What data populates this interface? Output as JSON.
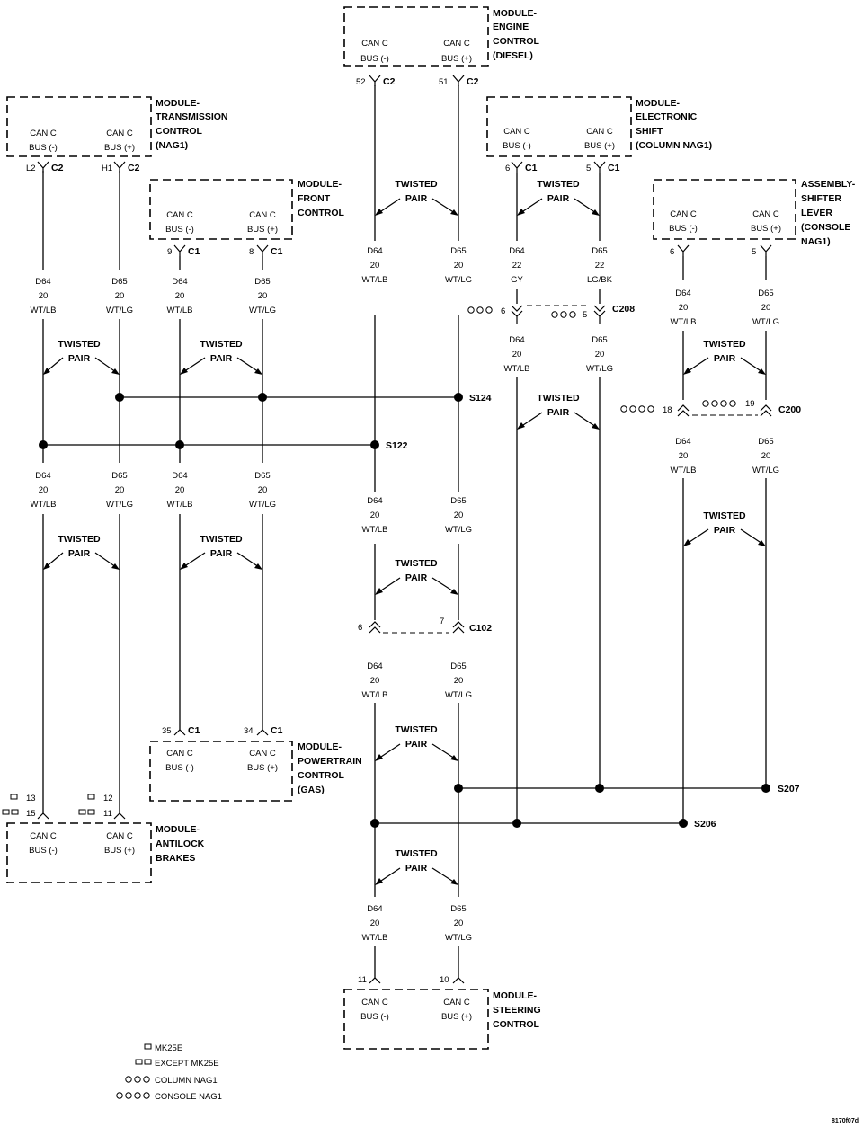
{
  "modules": {
    "ecm": {
      "name": [
        "MODULE-",
        "ENGINE",
        "CONTROL",
        "(DIESEL)"
      ],
      "minus": [
        "CAN C",
        "BUS (-)"
      ],
      "plus": [
        "CAN C",
        "BUS (+)"
      ]
    },
    "tcm": {
      "name": [
        "MODULE-",
        "TRANSMISSION",
        "CONTROL",
        "(NAG1)"
      ],
      "minus": [
        "CAN C",
        "BUS (-)"
      ],
      "plus": [
        "CAN C",
        "BUS (+)"
      ]
    },
    "esm": {
      "name": [
        "MODULE-",
        "ELECTRONIC",
        "SHIFT",
        "(COLUMN NAG1)"
      ],
      "minus": [
        "CAN C",
        "BUS (-)"
      ],
      "plus": [
        "CAN C",
        "BUS (+)"
      ]
    },
    "fcm": {
      "name": [
        "MODULE-",
        "FRONT",
        "CONTROL"
      ],
      "minus": [
        "CAN C",
        "BUS (-)"
      ],
      "plus": [
        "CAN C",
        "BUS (+)"
      ]
    },
    "asl": {
      "name": [
        "ASSEMBLY-",
        "SHIFTER",
        "LEVER",
        "(CONSOLE",
        "NAG1)"
      ],
      "minus": [
        "CAN C",
        "BUS (-)"
      ],
      "plus": [
        "CAN C",
        "BUS (+)"
      ]
    },
    "pcm": {
      "name": [
        "MODULE-",
        "POWERTRAIN",
        "CONTROL",
        "(GAS)"
      ],
      "minus": [
        "CAN C",
        "BUS (-)"
      ],
      "plus": [
        "CAN C",
        "BUS (+)"
      ]
    },
    "abs": {
      "name": [
        "MODULE-",
        "ANTILOCK",
        "BRAKES"
      ],
      "minus": [
        "CAN C",
        "BUS (-)"
      ],
      "plus": [
        "CAN C",
        "BUS (+)"
      ]
    },
    "scm": {
      "name": [
        "MODULE-",
        "STEERING",
        "CONTROL"
      ],
      "minus": [
        "CAN C",
        "BUS (-)"
      ],
      "plus": [
        "CAN C",
        "BUS (+)"
      ]
    }
  },
  "pins": {
    "ecm_m": "52",
    "ecm_p": "51",
    "ecm_c": "C2",
    "tcm_m": "L2",
    "tcm_p": "H1",
    "tcm_c": "C2",
    "esm_m": "6",
    "esm_p": "5",
    "esm_c": "C1",
    "fcm_m": "9",
    "fcm_p": "8",
    "fcm_c": "C1",
    "asl_m": "6",
    "asl_p": "5",
    "pcm_m": "35",
    "pcm_p": "34",
    "pcm_c": "C1",
    "abs_m1": "13",
    "abs_m2": "15",
    "abs_p1": "12",
    "abs_p2": "11",
    "scm_m": "11",
    "scm_p": "10",
    "c102_m": "6",
    "c102_p": "7",
    "c208_m": "6",
    "c208_p": "5",
    "c200_m": "18",
    "c200_p": "19"
  },
  "wires": {
    "d64_20": [
      "D64",
      "20",
      "WT/LB"
    ],
    "d65_20": [
      "D65",
      "20",
      "WT/LG"
    ],
    "d64_22": [
      "D64",
      "22",
      "GY"
    ],
    "d65_22": [
      "D65",
      "22",
      "LG/BK"
    ]
  },
  "labels": {
    "twisted": [
      "TWISTED",
      "PAIR"
    ],
    "s124": "S124",
    "s122": "S122",
    "s207": "S207",
    "s206": "S206",
    "c102": "C102",
    "c208": "C208",
    "c200": "C200"
  },
  "legend": {
    "mk25e": "MK25E",
    "except_mk25e": "EXCEPT MK25E",
    "column_nag1": "COLUMN NAG1",
    "console_nag1": "CONSOLE NAG1"
  },
  "figure_id": "8170f07d"
}
